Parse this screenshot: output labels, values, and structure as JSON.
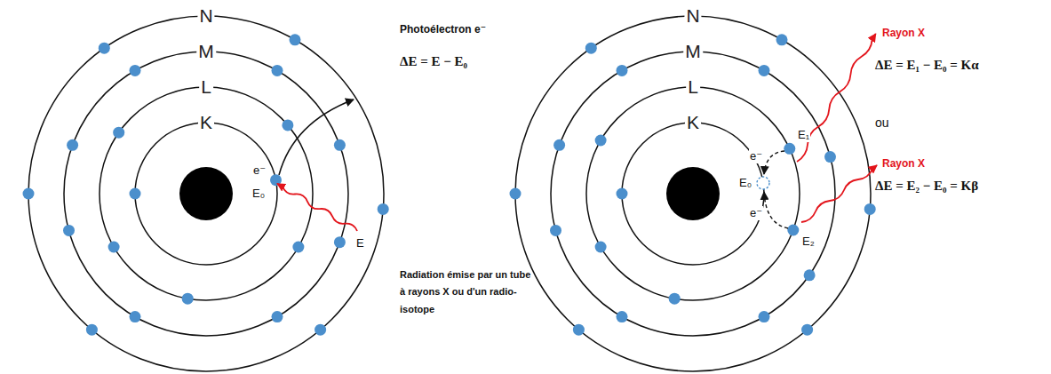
{
  "diagram": {
    "labels": [
      "N",
      "M",
      "L",
      "K",
      "e⁻",
      "E₀",
      "E",
      "Photoélectron e⁻",
      "ΔE = E − E₀",
      "Radiation émise par un tube à rayons X ou d'un radio-isotope",
      "N",
      "M",
      "L",
      "K",
      "E₁",
      "e⁻",
      "E₀",
      "e⁻",
      "E₂",
      "Rayon X",
      "ΔE = E₁ − E₀ = Kα",
      "ou",
      "Rayon X",
      "ΔE = E₂ − E₀ = Kβ"
    ]
  }
}
